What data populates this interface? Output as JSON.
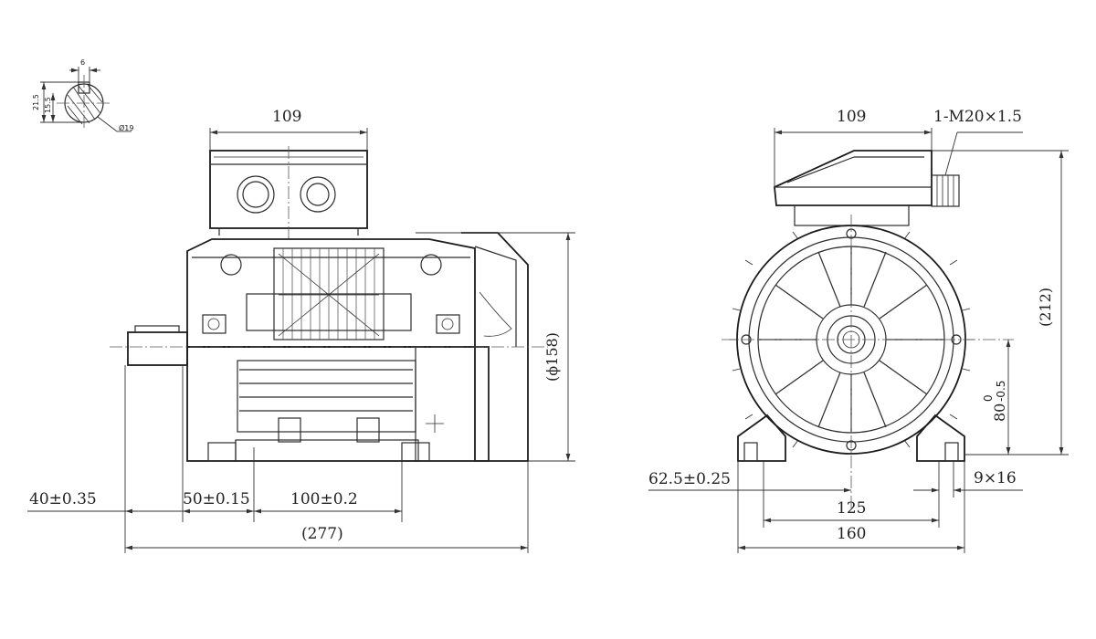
{
  "shaft_detail": {
    "key_width": "6",
    "overall_height": "21.5",
    "key_depth": "15.5",
    "diameter": "Ø19"
  },
  "side_view": {
    "terminal_box_width": "109",
    "height_diameter": "(ϕ158)",
    "shaft_extension": "40±0.35",
    "shaft_shoulder": "50±0.15",
    "foot_hole_spacing": "100±0.2",
    "overall_length": "(277)"
  },
  "end_view": {
    "terminal_box_width": "109",
    "cable_gland": "1-M20×1.5",
    "overall_height": "(212)",
    "shaft_height_nominal": "80",
    "shaft_height_upper_tol": "0",
    "shaft_height_lower_tol": "-0.5",
    "foot_offset": "62.5±0.25",
    "foot_hole_size": "9×16",
    "foot_hole_spacing": "125",
    "foot_width": "160"
  }
}
